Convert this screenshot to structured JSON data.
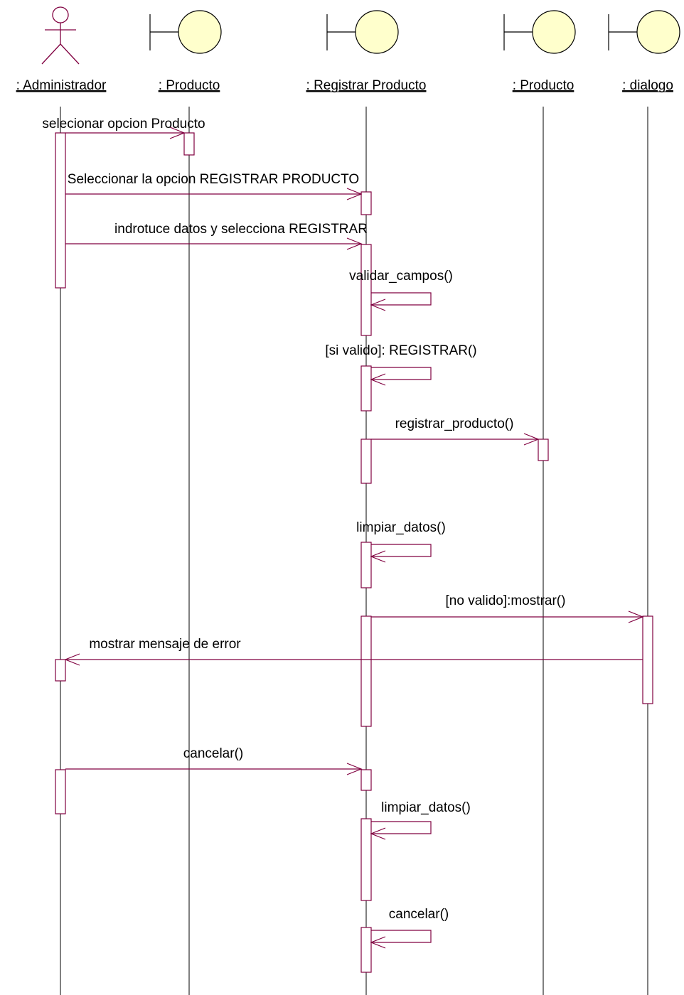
{
  "diagram": {
    "type": "uml-sequence-diagram",
    "colors": {
      "background": "#ffffff",
      "lifeline": "#000000",
      "message": "#800040",
      "activation_fill": "#ffffff",
      "boundary_fill": "#ffffcc",
      "text": "#000000"
    },
    "participants": [
      {
        "id": "administrador",
        "label": ": Administrador",
        "kind": "actor"
      },
      {
        "id": "producto_ui",
        "label": ": Producto",
        "kind": "boundary"
      },
      {
        "id": "registrar",
        "label": ": Registrar Producto",
        "kind": "boundary"
      },
      {
        "id": "producto",
        "label": ": Producto",
        "kind": "boundary"
      },
      {
        "id": "dialogo",
        "label": ": dialogo",
        "kind": "boundary"
      }
    ],
    "messages": [
      {
        "from": "administrador",
        "to": "producto_ui",
        "label": "selecionar opcion Producto"
      },
      {
        "from": "administrador",
        "to": "registrar",
        "label": "Seleccionar la opcion REGISTRAR PRODUCTO"
      },
      {
        "from": "administrador",
        "to": "registrar",
        "label": "indrotuce datos y selecciona REGISTRAR"
      },
      {
        "from": "registrar",
        "to": "registrar",
        "label": "validar_campos()"
      },
      {
        "from": "registrar",
        "to": "registrar",
        "label": "[si valido]: REGISTRAR()"
      },
      {
        "from": "registrar",
        "to": "producto",
        "label": "registrar_producto()"
      },
      {
        "from": "registrar",
        "to": "registrar",
        "label": "limpiar_datos()"
      },
      {
        "from": "registrar",
        "to": "dialogo",
        "label": "[no valido]:mostrar()"
      },
      {
        "from": "dialogo",
        "to": "administrador",
        "label": "mostrar mensaje de error"
      },
      {
        "from": "administrador",
        "to": "registrar",
        "label": "cancelar()"
      },
      {
        "from": "registrar",
        "to": "registrar",
        "label": "limpiar_datos()"
      },
      {
        "from": "registrar",
        "to": "registrar",
        "label": "cancelar()"
      }
    ]
  }
}
